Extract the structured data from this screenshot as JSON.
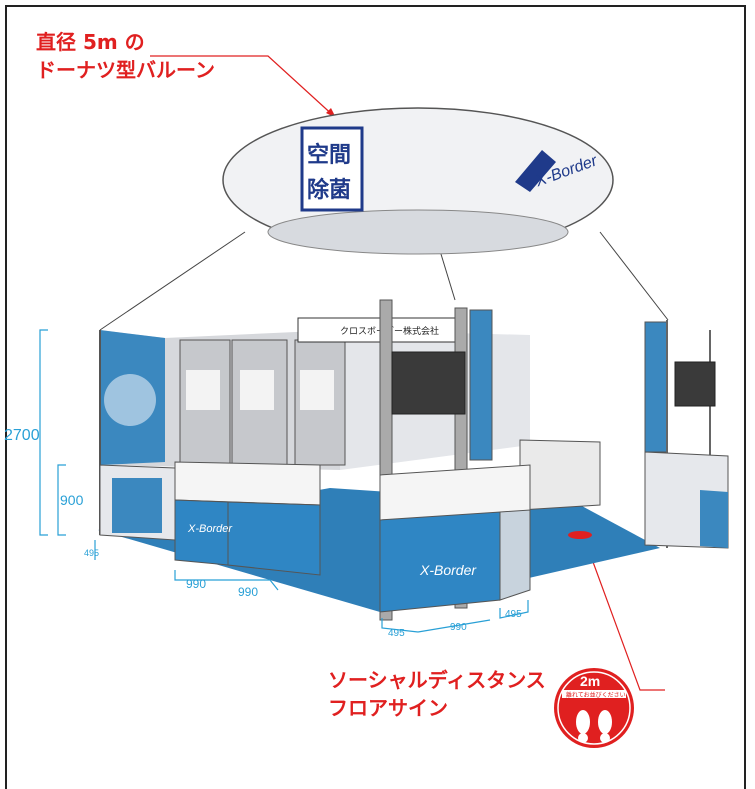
{
  "balloon_label": {
    "line1": "直径 5m の",
    "line2": "ドーナツ型バルーン"
  },
  "floor_sign_label": {
    "line1": "ソーシャルディスタンス",
    "line2": "フロアサイン"
  },
  "balloon_text": {
    "kanji_top": "空間",
    "kanji_bottom": "除菌",
    "brand": "X-Border"
  },
  "header_sign": {
    "text": "クロスボーダー株式会社"
  },
  "dimensions": {
    "height_total": "2700",
    "height_counter": "900",
    "d495_left": "495",
    "d990_a": "990",
    "d990_b": "990",
    "d495_front_left": "495",
    "d990_front": "990",
    "d495_front_right": "495"
  },
  "floor_sign": {
    "distance": "2m",
    "caption": "離れてお並びください"
  },
  "colors": {
    "accent_red": "#e02020",
    "booth_blue": "#2f7fb8",
    "dimension_blue": "#29a0d6"
  }
}
